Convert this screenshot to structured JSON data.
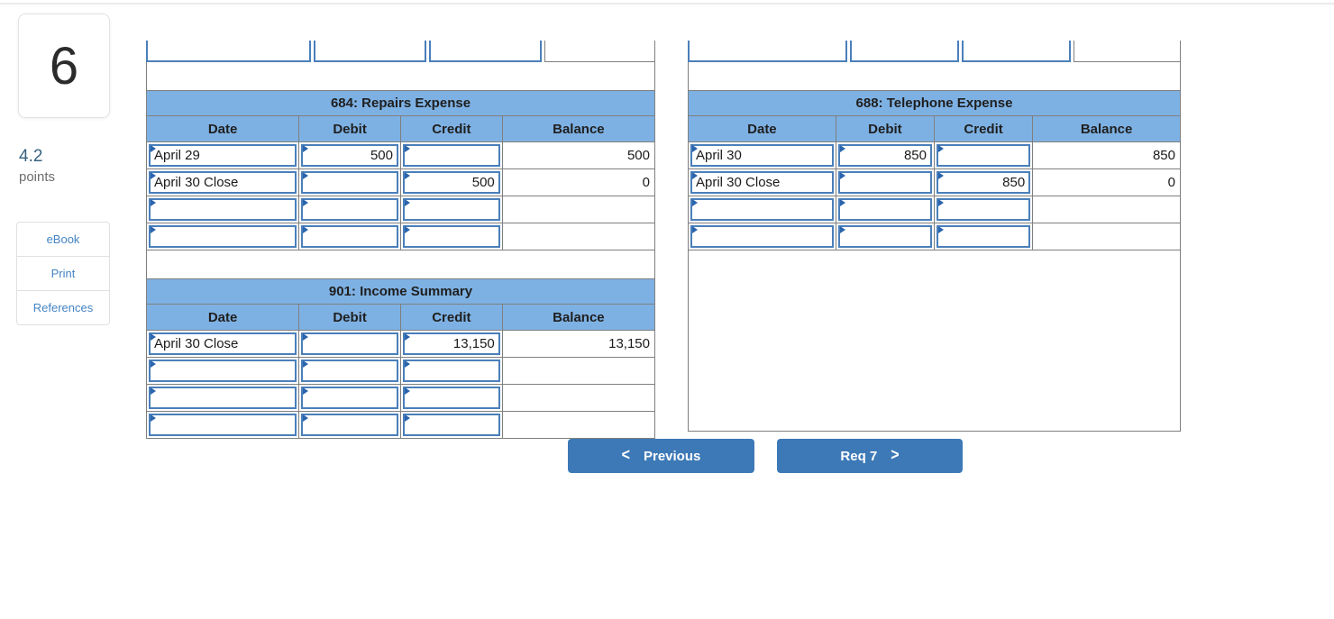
{
  "sidebar": {
    "question_number": "6",
    "points_value": "4.2",
    "points_label": "points",
    "links": [
      "eBook",
      "Print",
      "References"
    ]
  },
  "colors": {
    "header_blue": "#7EB1E3",
    "grid_gray": "#7F7F7F",
    "input_border_blue": "#4A7FBA",
    "marker_blue": "#2A64AD",
    "button_blue": "#3D79B6",
    "link_blue": "#4484C4",
    "points_value_color": "#35617F",
    "text_dark": "#1B1B1B"
  },
  "panels": [
    {
      "name": "left-ledger-panel",
      "sections": [
        {
          "title": "684: Repairs Expense",
          "columns": [
            "Date",
            "Debit",
            "Credit",
            "Balance"
          ],
          "rows": [
            [
              "April 29",
              "500",
              "",
              "500"
            ],
            [
              "April 30 Close",
              "",
              "500",
              "0"
            ],
            [
              "",
              "",
              "",
              ""
            ],
            [
              "",
              "",
              "",
              ""
            ]
          ]
        },
        {
          "title": "901: Income Summary",
          "columns": [
            "Date",
            "Debit",
            "Credit",
            "Balance"
          ],
          "rows": [
            [
              "April 30 Close",
              "",
              "13,150",
              "13,150"
            ],
            [
              "",
              "",
              "",
              ""
            ],
            [
              "",
              "",
              "",
              ""
            ],
            [
              "",
              "",
              "",
              ""
            ]
          ]
        }
      ]
    },
    {
      "name": "right-ledger-panel",
      "sections": [
        {
          "title": "688: Telephone Expense",
          "columns": [
            "Date",
            "Debit",
            "Credit",
            "Balance"
          ],
          "rows": [
            [
              "April 30",
              "850",
              "",
              "850"
            ],
            [
              "April 30 Close",
              "",
              "850",
              "0"
            ],
            [
              "",
              "",
              "",
              ""
            ],
            [
              "",
              "",
              "",
              ""
            ]
          ]
        }
      ]
    }
  ],
  "footer": {
    "previous_label": "Previous",
    "next_label": "Req 7",
    "prev_chevron": "<",
    "next_chevron": ">"
  }
}
